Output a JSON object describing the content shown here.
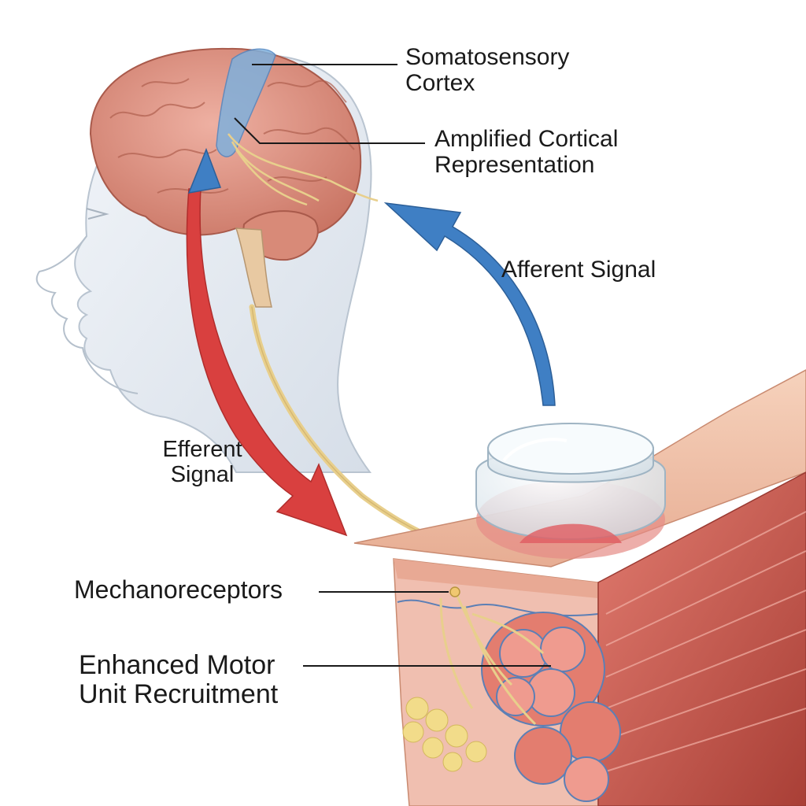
{
  "labels": {
    "somatosensory_cortex": "Somatosensory\nCortex",
    "amplified_cortical": "Amplified Cortical\nRepresentation",
    "afferent_signal": "Afferent Signal",
    "efferent_signal": "Efferent\nSignal",
    "mechanoreceptors": "Mechanoreceptors",
    "enhanced_motor": "Enhanced Motor\nUnit Recruitment"
  },
  "colors": {
    "afferent_arrow": "#3f7fc4",
    "efferent_arrow": "#d9403f",
    "nerve": "#e8cf8c",
    "brain": "#dc9484",
    "cortex_highlight": "#7fb0dc",
    "head": "#e4eaf1",
    "muscle": "#d86a60",
    "cup_fill": "#eaf3f8"
  }
}
